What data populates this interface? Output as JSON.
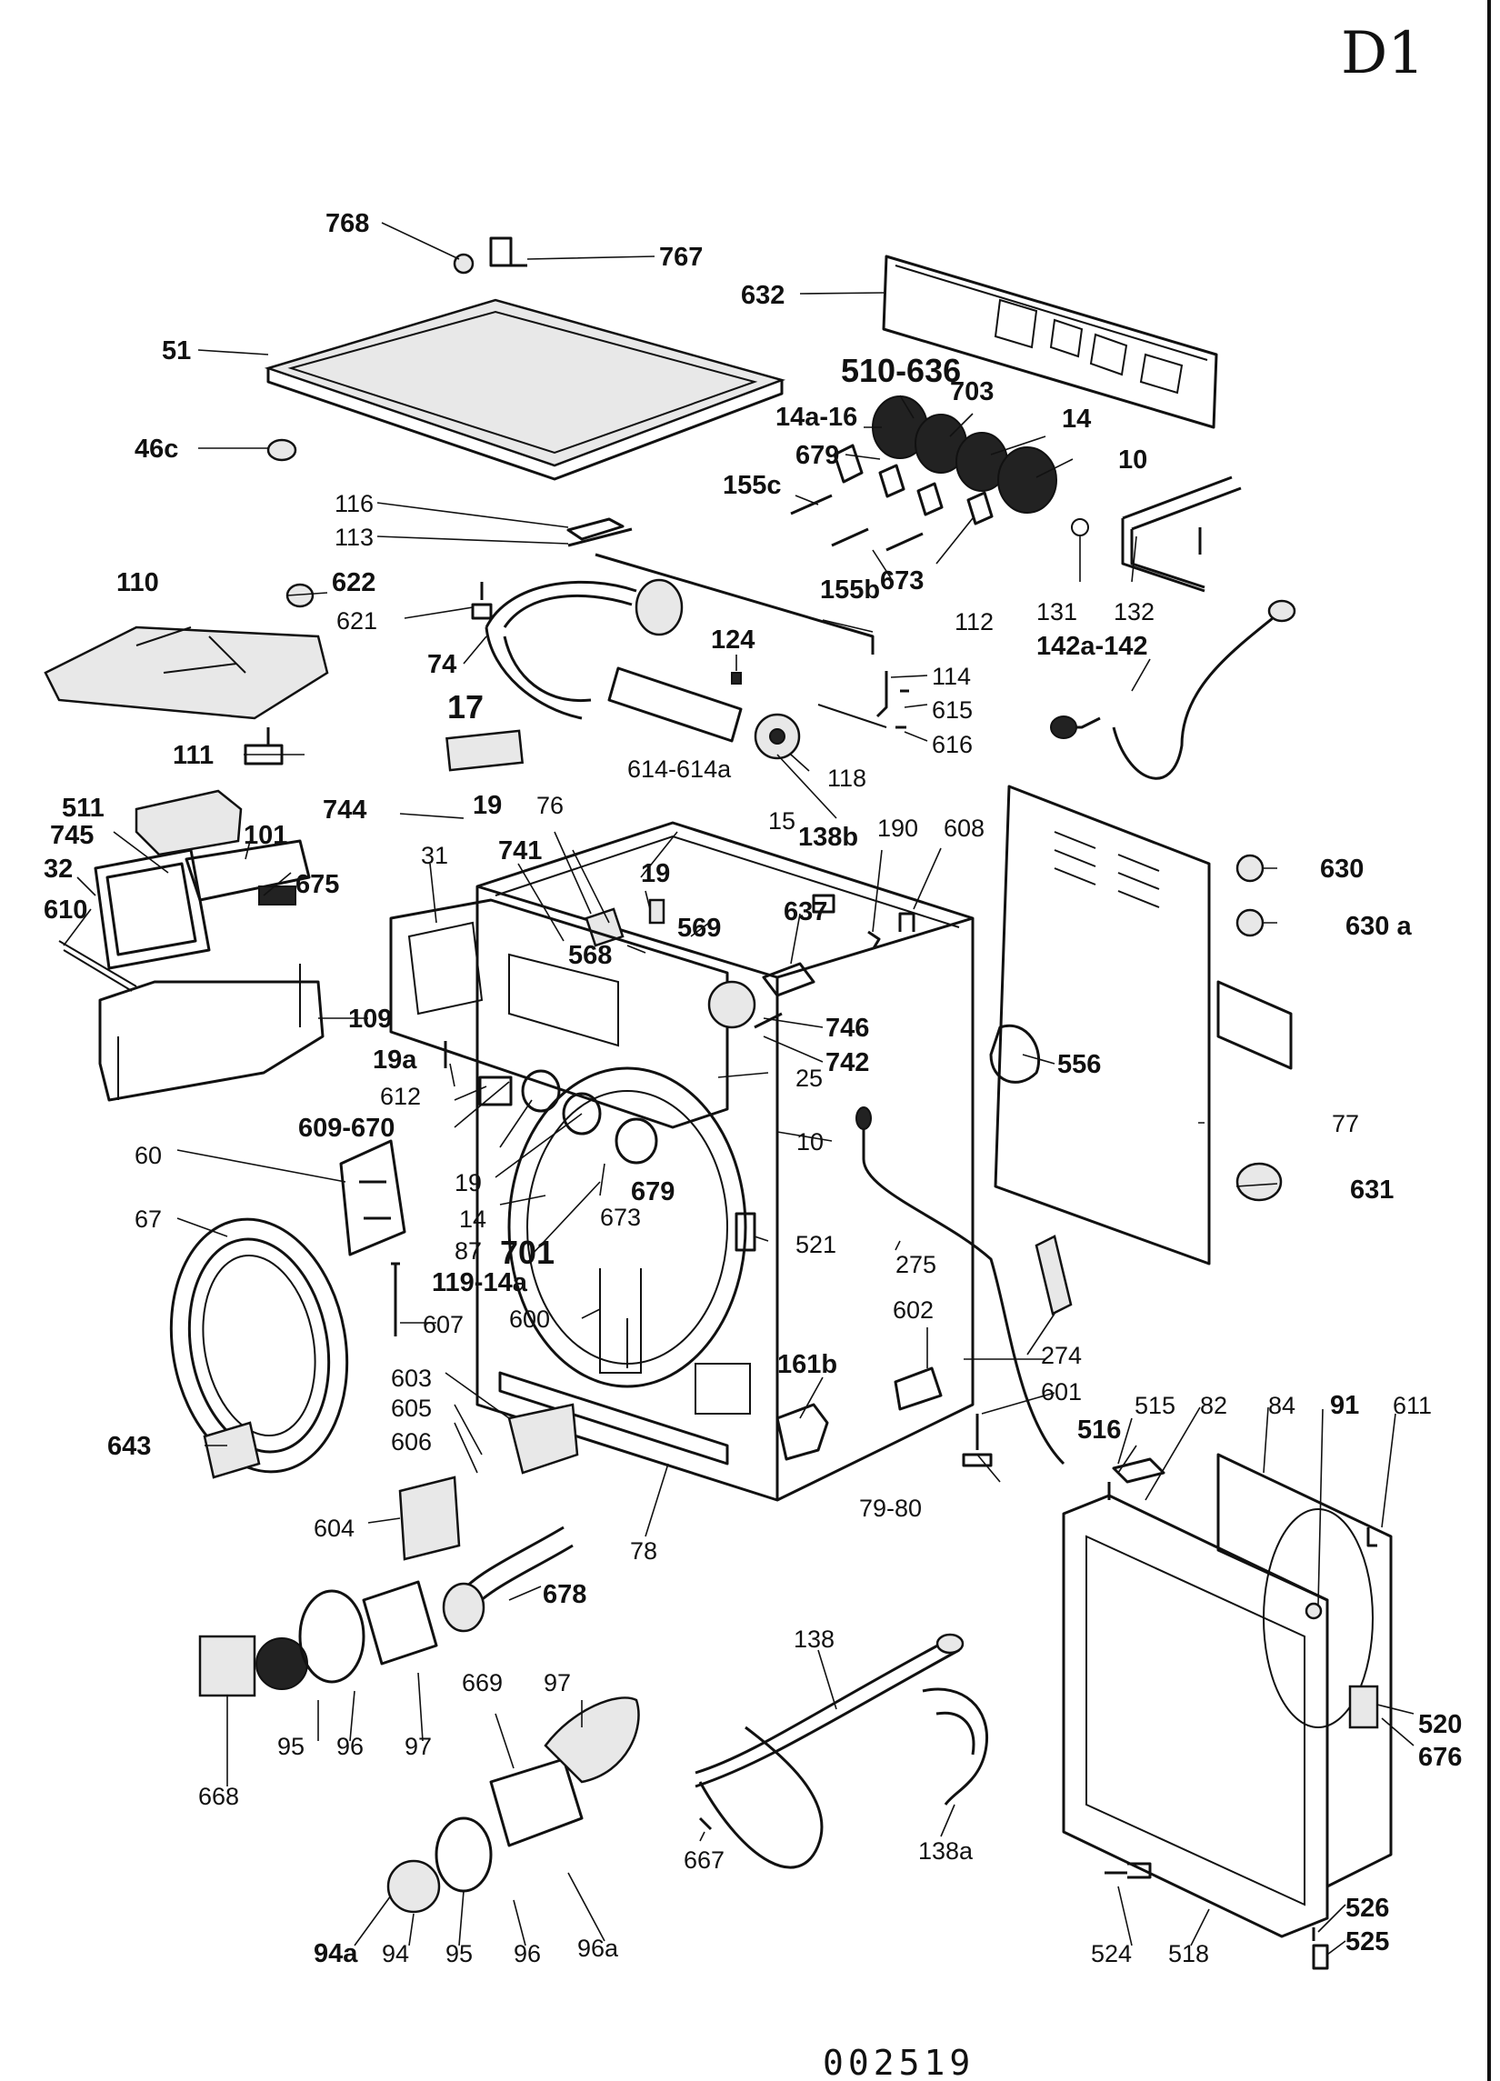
{
  "page_tag": "D1",
  "doc_number": "002519",
  "labels": {
    "l768": "768",
    "l767": "767",
    "l632": "632",
    "l51": "51",
    "l46c": "46c",
    "l510_636": "510-636",
    "l703": "703",
    "l14a_16": "14a-16",
    "l14": "14",
    "l679": "679",
    "l10": "10",
    "l155c": "155c",
    "l116": "116",
    "l113": "113",
    "l131": "131",
    "l132": "132",
    "l155b": "155b",
    "l673": "673",
    "l110": "110",
    "l622": "622",
    "l621": "621",
    "l112": "112",
    "l74": "74",
    "l124": "124",
    "l142a_142": "142a-142",
    "l114": "114",
    "l615": "615",
    "l616": "616",
    "l17": "17",
    "l614_614a": "614-614a",
    "l118": "118",
    "l111": "111",
    "l15": "15",
    "l511": "511",
    "l744": "744",
    "l19": "19",
    "l76": "76",
    "l138b": "138b",
    "l190": "190",
    "l608": "608",
    "l630": "630",
    "l745": "745",
    "l101": "101",
    "l32": "32",
    "l675": "675",
    "l31": "31",
    "l741": "741",
    "l19b": "19",
    "l637": "637",
    "l630a": "630 a",
    "l610": "610",
    "l569": "569",
    "l568": "568",
    "l109": "109",
    "l746": "746",
    "l742": "742",
    "l556": "556",
    "l19a": "19a",
    "l612": "612",
    "l25": "25",
    "l609_670": "609-670",
    "l10b": "10",
    "l77": "77",
    "l60": "60",
    "l679b": "679",
    "l631": "631",
    "l19c": "19",
    "l673b": "673",
    "l14b": "14",
    "l521": "521",
    "l67": "67",
    "l87": "87",
    "l701": "701",
    "l275": "275",
    "l119_14a": "119-14a",
    "l600": "600",
    "l602": "602",
    "l607": "607",
    "l274": "274",
    "l603": "603",
    "l161b": "161b",
    "l601": "601",
    "l605": "605",
    "l515": "515",
    "l82": "82",
    "l84": "84",
    "l91": "91",
    "l611": "611",
    "l606": "606",
    "l516": "516",
    "l643": "643",
    "l78": "78",
    "l79_80": "79-80",
    "l604": "604",
    "l678": "678",
    "l138": "138",
    "l669": "669",
    "l97": "97",
    "l520": "520",
    "l95": "95",
    "l96": "96",
    "l97b": "97",
    "l668": "668",
    "l676": "676",
    "l667": "667",
    "l138a": "138a",
    "l94a": "94a",
    "l94": "94",
    "l95b": "95",
    "l96b": "96",
    "l96a": "96a",
    "l526": "526",
    "l524": "524",
    "l518": "518",
    "l525": "525"
  }
}
